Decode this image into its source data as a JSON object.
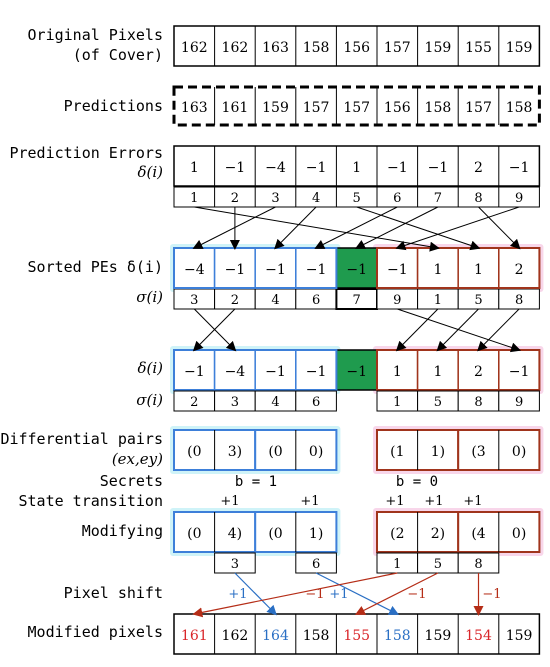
{
  "labels": {
    "original_pixels_line1": "Original Pixels",
    "original_pixels_line2": "(of Cover)",
    "predictions": "Predictions",
    "prediction_errors_line1": "Prediction Errors",
    "prediction_errors_line2": "δ(i)",
    "sorted_pes": "Sorted PEs δ(i)",
    "sigma": "σ(i)",
    "delta": "δ(i)",
    "differential_pairs_line1": "Differential pairs",
    "differential_pairs_line2": "(ex,ey)",
    "secrets": "Secrets",
    "state_transition": "State transition",
    "modifying": "Modifying",
    "pixel_shift": "Pixel shift",
    "modified_pixels": "Modified pixels"
  },
  "original_pixels": [
    "162",
    "162",
    "163",
    "158",
    "156",
    "157",
    "159",
    "155",
    "159"
  ],
  "predictions": [
    "163",
    "161",
    "159",
    "157",
    "157",
    "156",
    "158",
    "157",
    "158"
  ],
  "prediction_errors": [
    "1",
    "−1",
    "−4",
    "−1",
    "1",
    "−1",
    "−1",
    "2",
    "−1"
  ],
  "indices": [
    "1",
    "2",
    "3",
    "4",
    "5",
    "6",
    "7",
    "8",
    "9"
  ],
  "sorted_pes": [
    "−4",
    "−1",
    "−1",
    "−1",
    "−1",
    "−1",
    "1",
    "1",
    "2"
  ],
  "sorted_sigma": [
    "3",
    "2",
    "4",
    "6",
    "7",
    "9",
    "1",
    "5",
    "8"
  ],
  "paired_delta": [
    "−1",
    "−4",
    "−1",
    "−1",
    "−1",
    "1",
    "1",
    "2",
    "−1"
  ],
  "paired_sigma_left": [
    "2",
    "3",
    "4",
    "6"
  ],
  "paired_sigma_right": [
    "1",
    "5",
    "8",
    "9"
  ],
  "diff_pairs": [
    {
      "a": "(0",
      "b": "3)"
    },
    {
      "a": "(0",
      "b": "0)"
    },
    {
      "a": "(1",
      "b": "1)"
    },
    {
      "a": "(3",
      "b": "0)"
    }
  ],
  "secrets_left": "b = 1",
  "secrets_right": "b = 0",
  "state_transitions": [
    "+1",
    "+1",
    "+1",
    "+1",
    "+1"
  ],
  "modified_pairs": [
    {
      "a": "(0",
      "b": "4)"
    },
    {
      "a": "(0",
      "b": "1)"
    },
    {
      "a": "(2",
      "b": "2)"
    },
    {
      "a": "(4",
      "b": "0)"
    }
  ],
  "modified_index_left": [
    "3",
    "6"
  ],
  "modified_index_right": [
    "1",
    "5",
    "8"
  ],
  "shift_labels": [
    "+1",
    "−1",
    "+1",
    "−1",
    "−1"
  ],
  "modified_pixels": [
    "161",
    "162",
    "164",
    "158",
    "155",
    "158",
    "159",
    "154",
    "159"
  ],
  "modified_pixel_colors": [
    "red",
    "black",
    "blue",
    "black",
    "red",
    "blue",
    "black",
    "red",
    "black"
  ],
  "colors": {
    "blue_border": "#3d7fd9",
    "blue_glow": "#bfeff5",
    "red_border": "#a0341c",
    "red_glow": "#f5c8e3",
    "green_cell": "#1f9b4e",
    "red_text": "#d9262a",
    "blue_text": "#2a6fc4",
    "arrow_red": "#b52d17",
    "arrow_blue": "#2a6fc4"
  }
}
